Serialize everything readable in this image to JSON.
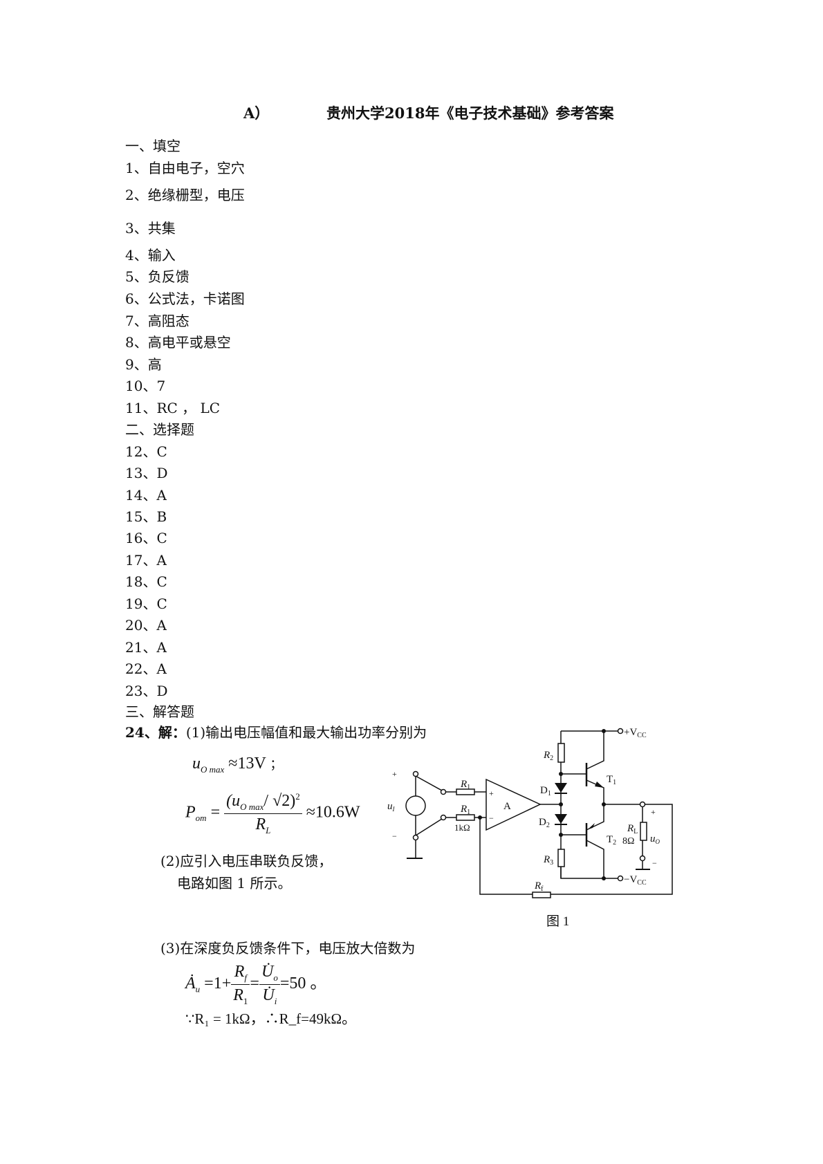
{
  "header": {
    "prefix": "A）",
    "title": "贵州大学2018年《电子技术基础》参考答案"
  },
  "section1": {
    "heading": "一、填空",
    "items": [
      "1、自由电子，空穴",
      "2、绝缘栅型，电压",
      "3、共集",
      "4、输入",
      "5、负反馈",
      "6、公式法，卡诺图",
      "7、高阻态",
      "8、高电平或悬空",
      "9、高",
      "10、7",
      "11、RC ，  LC"
    ]
  },
  "section2": {
    "heading": "二、选择题",
    "items": [
      "12、C",
      "13、D",
      "14、A",
      "15、B",
      "16、C",
      "17、A",
      "18、C",
      "19、C",
      "20、A",
      "21、A",
      "22、A",
      "23、D"
    ]
  },
  "section3": {
    "heading": "三、解答题",
    "q24": {
      "label": "24、解：",
      "part1": "(1)输出电压幅值和最大输出功率分别为",
      "eq1": {
        "lhs": "u",
        "sub": "O max",
        "rhs": "≈13V",
        "tail": "；"
      },
      "eq2": {
        "lhs": "P",
        "sub": "om",
        "num_a": "(u",
        "num_sub": "O max",
        "num_b": "/ √2)",
        "num_sup": "2",
        "den": "R",
        "den_sub": "L",
        "rhs": "≈10.6W"
      },
      "part2_line1": "(2)应引入电压串联负反馈，",
      "part2_line2": "电路如图 1 所示。",
      "part3": "(3)在深度负反馈条件下，电压放大倍数为",
      "eq3": {
        "lhs": "Ȧ",
        "lhs_sub": "u",
        "mid": "=1+",
        "f1_num": "R",
        "f1_num_sub": "f",
        "f1_den": "R",
        "f1_den_sub": "1",
        "eq": "=",
        "f2_num": "U̇",
        "f2_num_sub": "o",
        "f2_den": "U̇",
        "f2_den_sub": "i",
        "rhs": "=50 。"
      },
      "conclusion": "∵R₁ = 1kΩ，∴R_f=49kΩ。"
    }
  },
  "figure": {
    "caption": "图 1",
    "labels": {
      "vcc_pos": "+V",
      "vcc_neg": "−V",
      "vcc_sub": "CC",
      "r1": "R",
      "r1_sub": "1",
      "r1_value": "1kΩ",
      "r2": "R",
      "r2_sub": "2",
      "r3": "R",
      "r3_sub": "3",
      "rf": "R",
      "rf_sub": "f",
      "rl": "R",
      "rl_sub": "L",
      "rl_value": "8Ω",
      "d1": "D",
      "d1_sub": "1",
      "d2": "D",
      "d2_sub": "2",
      "t1": "T",
      "t1_sub": "1",
      "t2": "T",
      "t2_sub": "2",
      "amp": "A",
      "ui": "u",
      "ui_sub": "I",
      "uo": "u",
      "uo_sub": "O",
      "plus": "+",
      "minus": "−"
    }
  }
}
